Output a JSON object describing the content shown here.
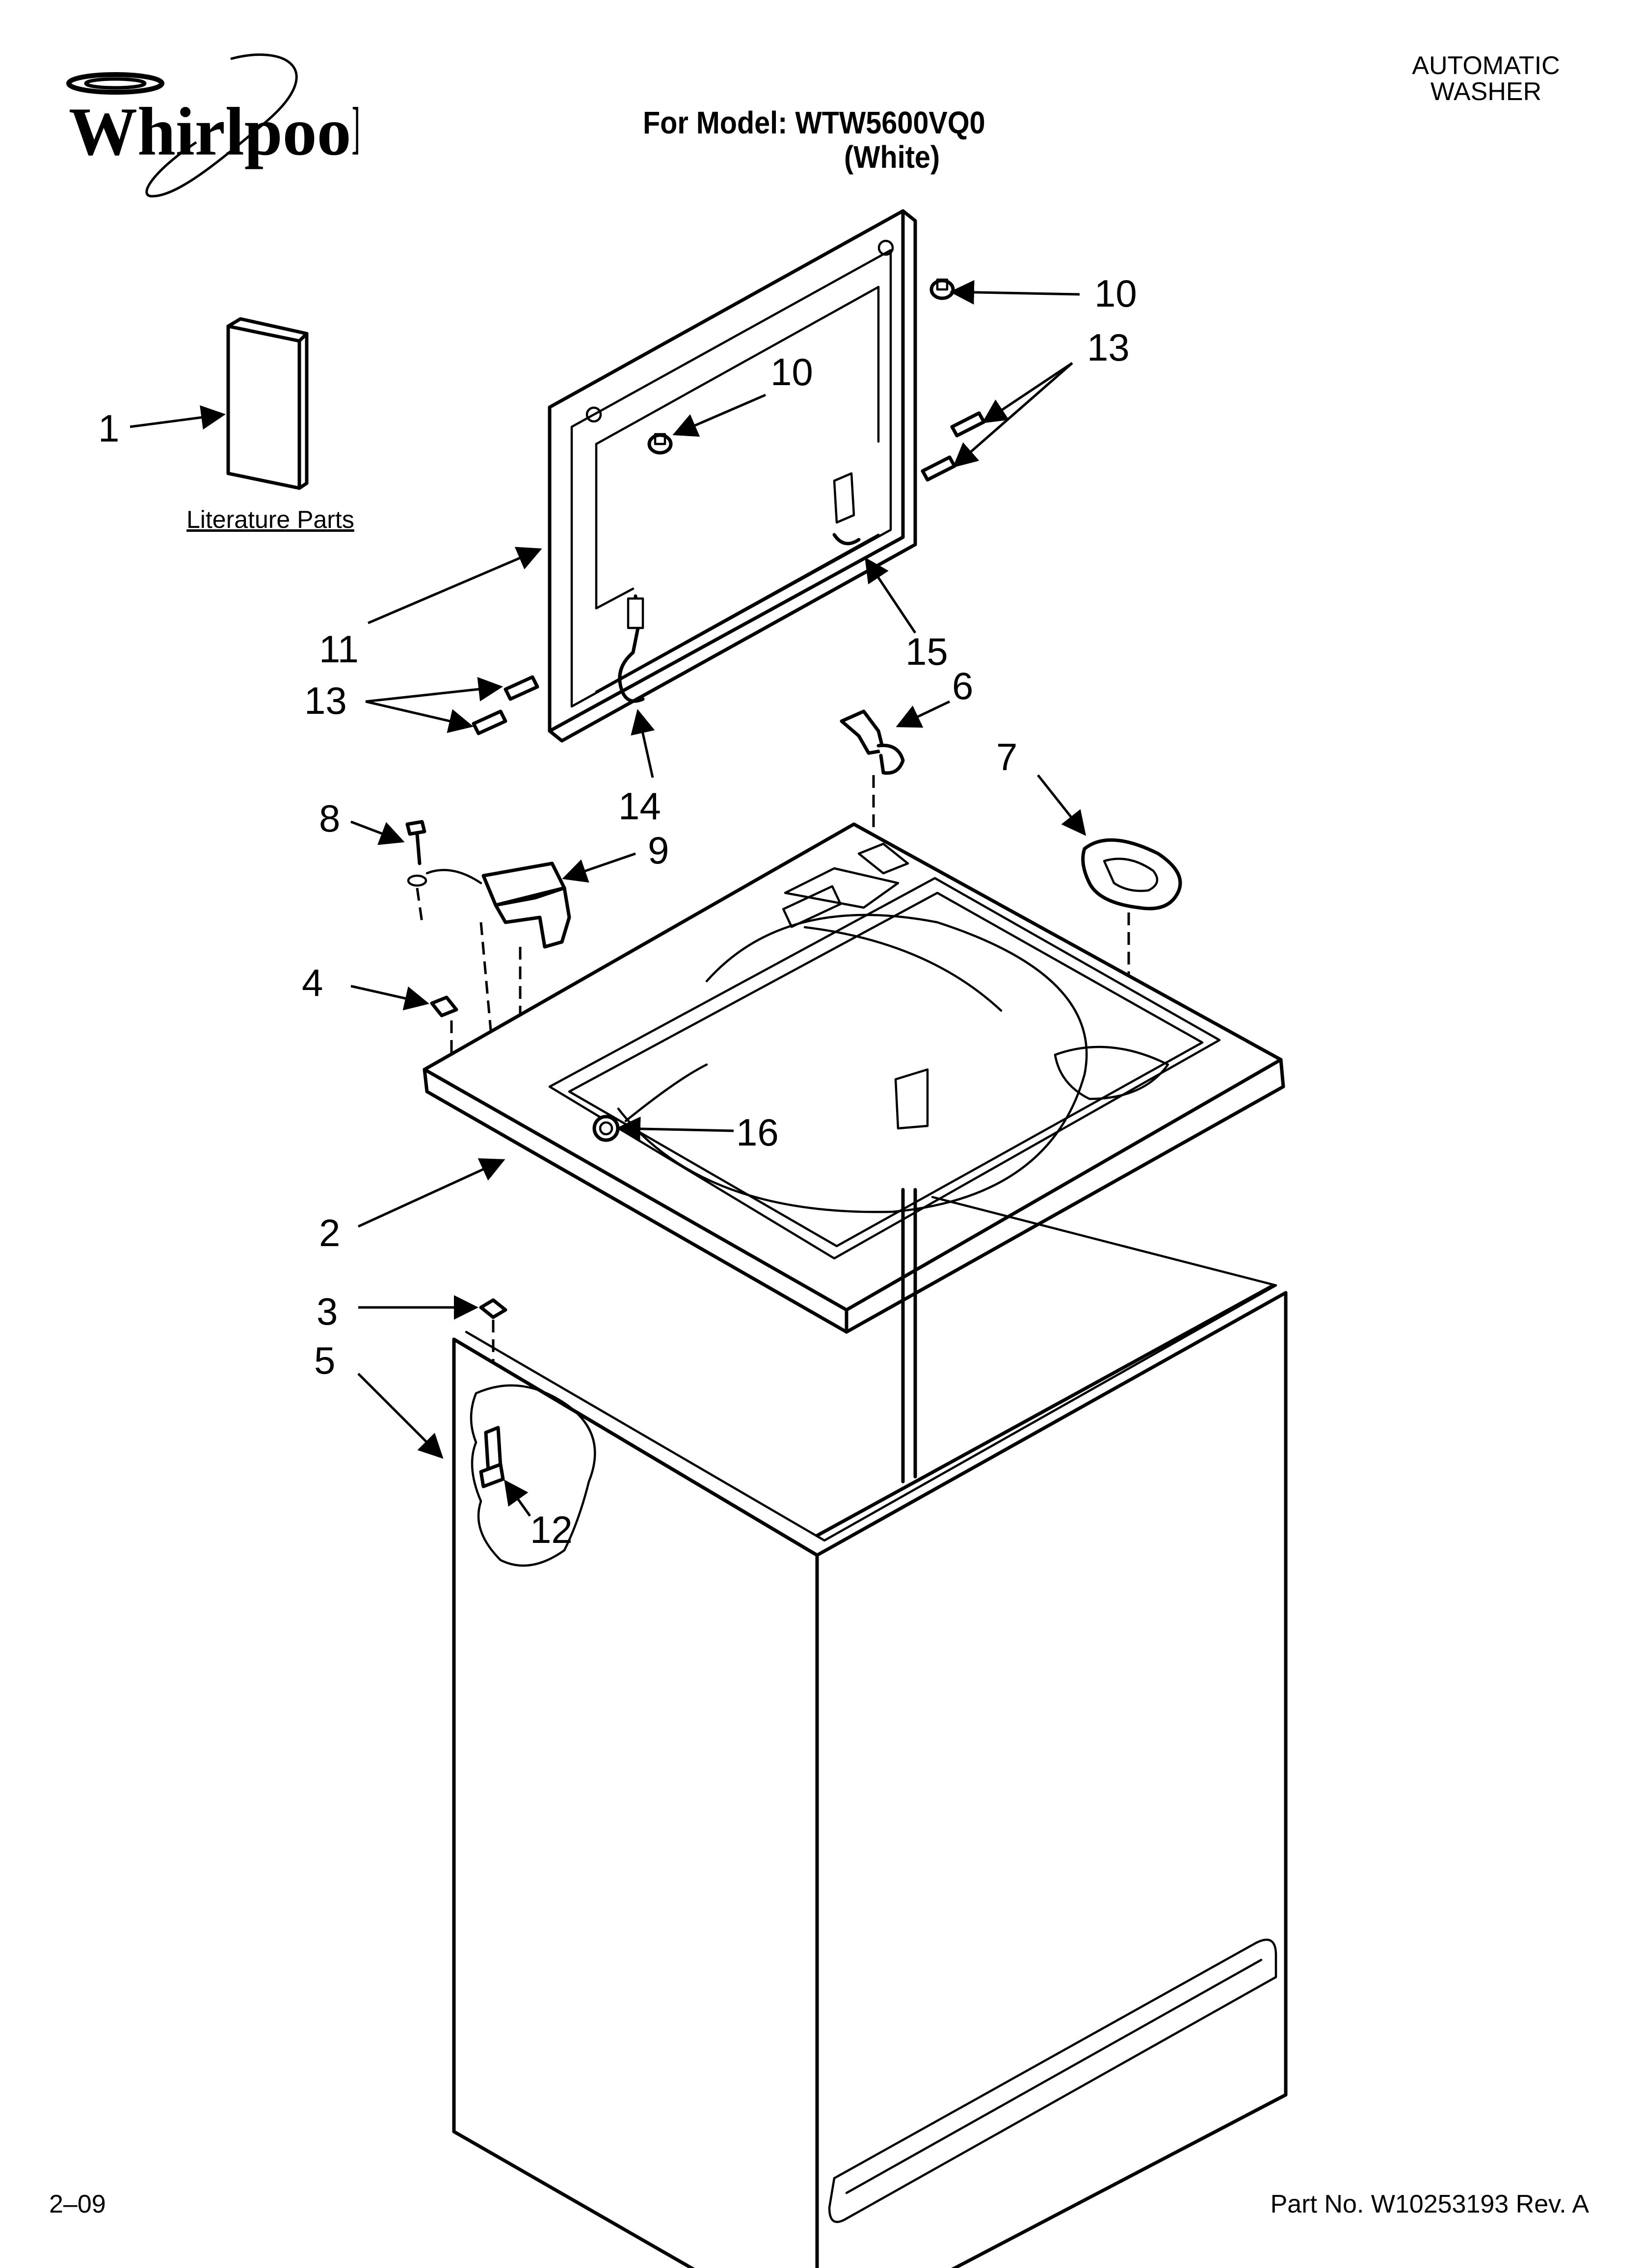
{
  "brand": {
    "name": "Whirlpool"
  },
  "header": {
    "doc_type_line1": "AUTOMATIC",
    "doc_type_line2": "WASHER",
    "model_line": "For Model: WTW5600VQ0",
    "model_color": "(White)"
  },
  "literature": {
    "label": "Literature Parts"
  },
  "callouts": [
    "1",
    "2",
    "3",
    "4",
    "5",
    "6",
    "7",
    "8",
    "9",
    "10",
    "10",
    "11",
    "12",
    "13",
    "13",
    "14",
    "15",
    "16"
  ],
  "footer": {
    "date_code": "2–09",
    "part_number": "Part No. W10253193 Rev. A"
  }
}
